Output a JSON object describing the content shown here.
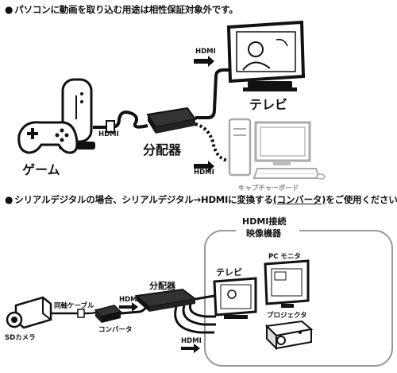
{
  "notes": {
    "top": "パソコンに動画を取り込む用途は相性保証対象外です。",
    "bottom_pre": "シリアルデジタルの場合、シリアルデジタル→HDMIに変換する",
    "bottom_link": "(コンバータ)",
    "bottom_post": "をご使用ください。",
    "bullet": "●"
  },
  "top_diagram": {
    "game_label": "ゲーム",
    "splitter_label": "分配器",
    "tv_label": "テレビ",
    "capture_label": "キャプチャーボード",
    "hdmi_in": "HDMI",
    "hdmi_tv": "HDMI",
    "hdmi_capture": "HDMI"
  },
  "bottom_diagram": {
    "device_box_title_1": "HDMI接続",
    "device_box_title_2": "映像機器",
    "splitter_label": "分配器",
    "camera_label": "SDカメラ",
    "cable_label": "同軸ケーブル",
    "converter_label": "コンバータ",
    "hdmi_mid": "HDMI",
    "hdmi_out": "HDMI",
    "tv_label": "テレビ",
    "pc_monitor_label": "PC モニタ",
    "projector_label": "プロジェクタ"
  }
}
